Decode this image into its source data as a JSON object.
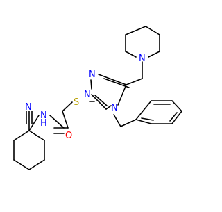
{
  "molecule": {
    "colors": {
      "carbon": "#000000",
      "nitrogen": "#0000FF",
      "oxygen": "#FF0000",
      "sulfur": "#B8A000",
      "background": "#FFFFFF"
    },
    "atom_labels": {
      "n_piperidine": "N",
      "n_triazole_top": "N",
      "n_triazole_left": "N",
      "n_triazole_ring": "N",
      "sulfur": "S",
      "amide_n": "N",
      "amide_h": "H",
      "nitrile_n": "N",
      "carbonyl_o": "O"
    }
  }
}
